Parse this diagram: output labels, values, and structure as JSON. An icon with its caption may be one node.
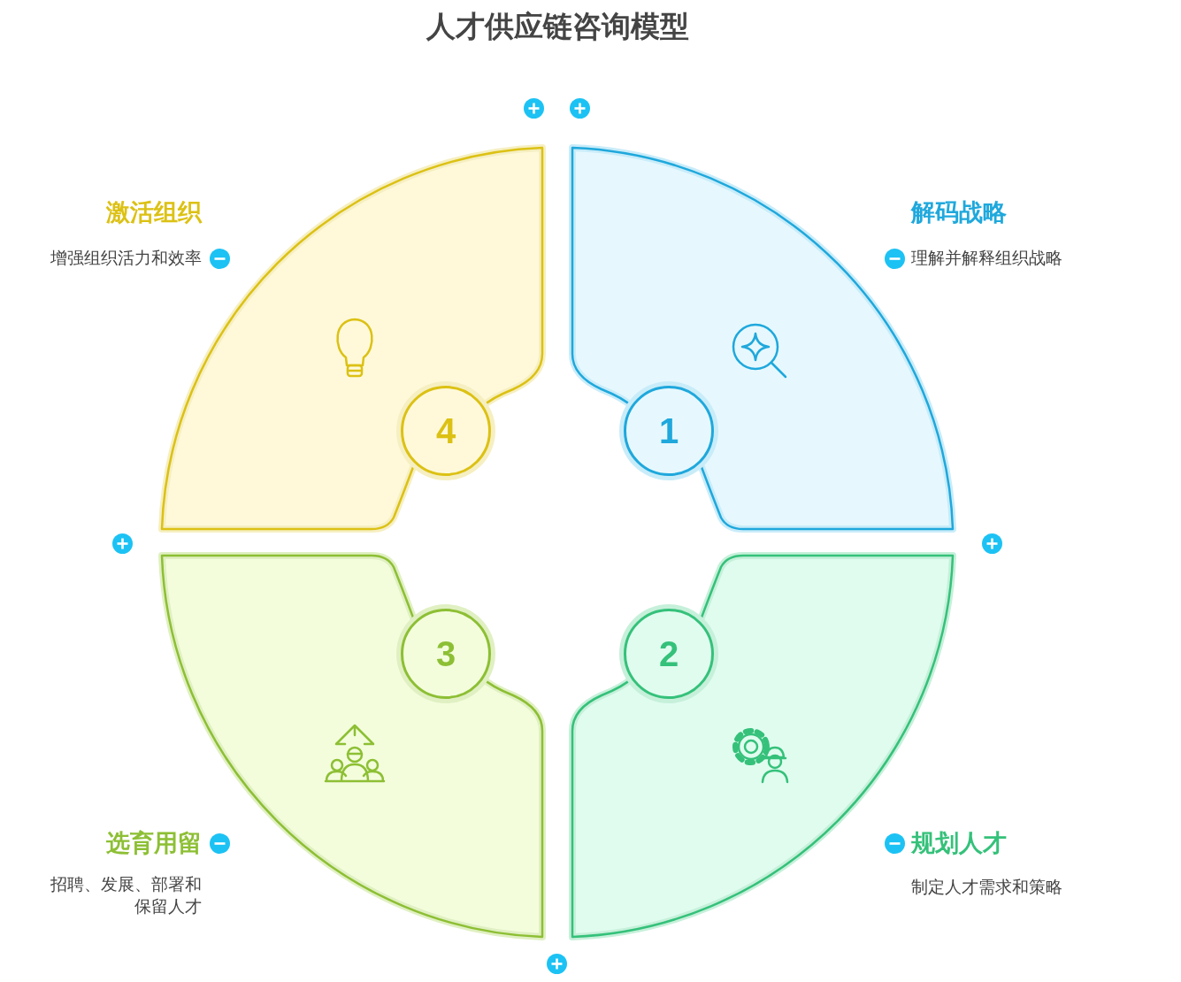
{
  "diagram": {
    "title": "人才供应链咨询模型",
    "nodes": [
      {
        "text": [
          "1"
        ],
        "beside": [
          "解码战略",
          "理解并解释组织战略"
        ]
      },
      {
        "text": [
          "2"
        ],
        "beside": [
          "规划人才",
          "制定人才需求和策略"
        ]
      },
      {
        "text": [
          "3"
        ],
        "beside": [
          "选育用留",
          "招聘、发展、部署和保留人才"
        ]
      },
      {
        "text": [
          "4"
        ],
        "beside": [
          "激活组织",
          "增强组织活力和效率"
        ]
      }
    ]
  }
}
